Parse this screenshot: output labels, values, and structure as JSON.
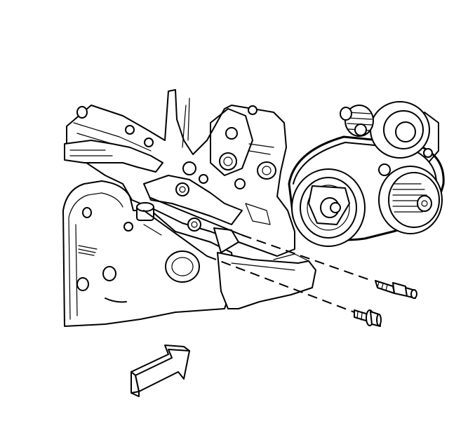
{
  "figure": {
    "colors": {
      "line": "#000000",
      "background": "#ffffff"
    },
    "parts": [
      "engine-block",
      "oil-pan",
      "transmission-housing",
      "crankshaft-pulley",
      "water-pump-pulley",
      "tensioner",
      "drive-belt",
      "bracket",
      "stud-bolt",
      "flange-bolt",
      "direction-arrow"
    ],
    "labels": []
  }
}
